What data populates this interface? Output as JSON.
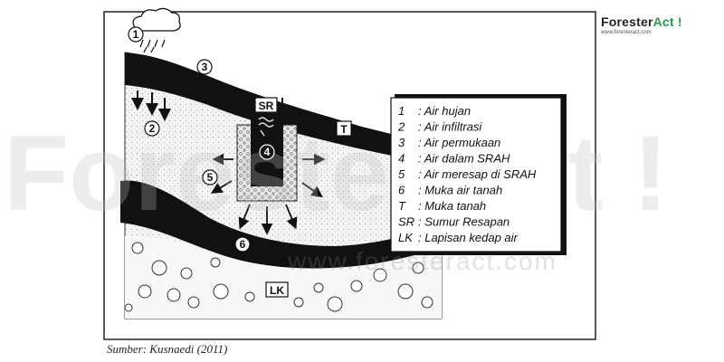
{
  "watermark": {
    "big_text": "ForesterAct !",
    "url_text": "www.foresteract.com"
  },
  "logo": {
    "brand_part1": "Forester",
    "brand_part2": "Act !",
    "url": "www.foresteract.com"
  },
  "diagram": {
    "markers": {
      "rain": "1",
      "infiltration": "2",
      "surface": "3",
      "in_srah": "4",
      "seep": "5",
      "water_table": "6"
    },
    "box_labels": {
      "well": "SR",
      "ground": "T",
      "impervious": "LK"
    },
    "legend": [
      {
        "code": "1",
        "text": "Air hujan"
      },
      {
        "code": "2",
        "text": "Air infiltrasi"
      },
      {
        "code": "3",
        "text": "Air permukaan"
      },
      {
        "code": "4",
        "text": "Air dalam SRAH"
      },
      {
        "code": "5",
        "text": "Air meresap di SRAH"
      },
      {
        "code": "6",
        "text": "Muka air tanah"
      },
      {
        "code": "T",
        "text": "Muka tanah"
      },
      {
        "code": "SR",
        "text": "Sumur Resapan"
      },
      {
        "code": "LK",
        "text": "Lapisan kedap air"
      }
    ]
  },
  "caption": {
    "source": "Sumber: Kusnaedi (2011)"
  }
}
